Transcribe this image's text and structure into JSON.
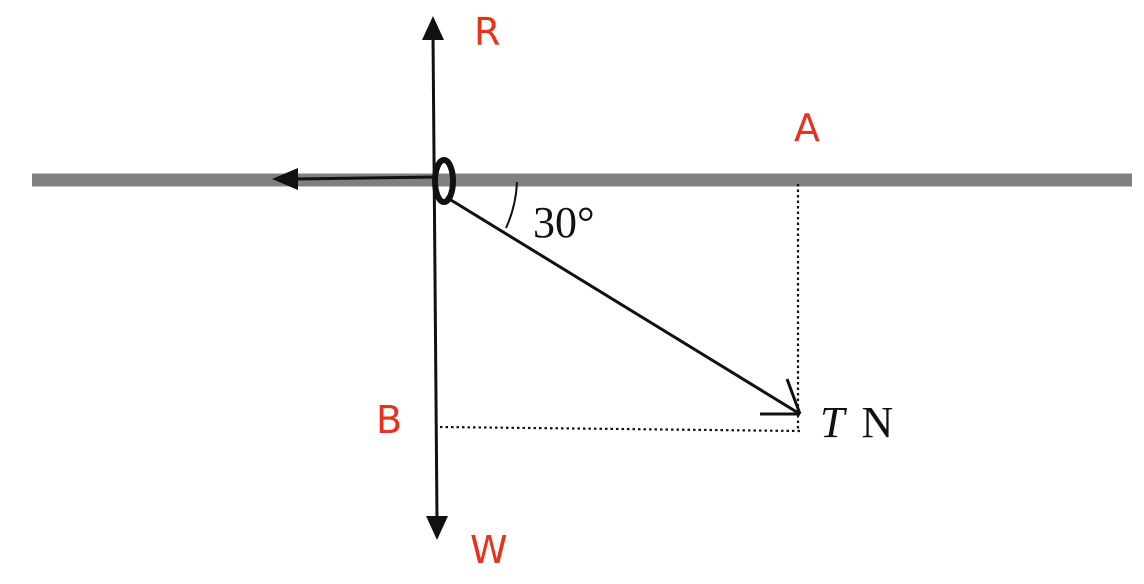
{
  "labels": {
    "R": "R",
    "A": "A",
    "B": "B",
    "W": "W",
    "angle": "30°",
    "tension_symbol": "T",
    "tension_unit": "N"
  },
  "colors": {
    "rod": "#808080",
    "label_red": "#e8321e",
    "line": "#111111"
  },
  "angle_degrees": 30
}
